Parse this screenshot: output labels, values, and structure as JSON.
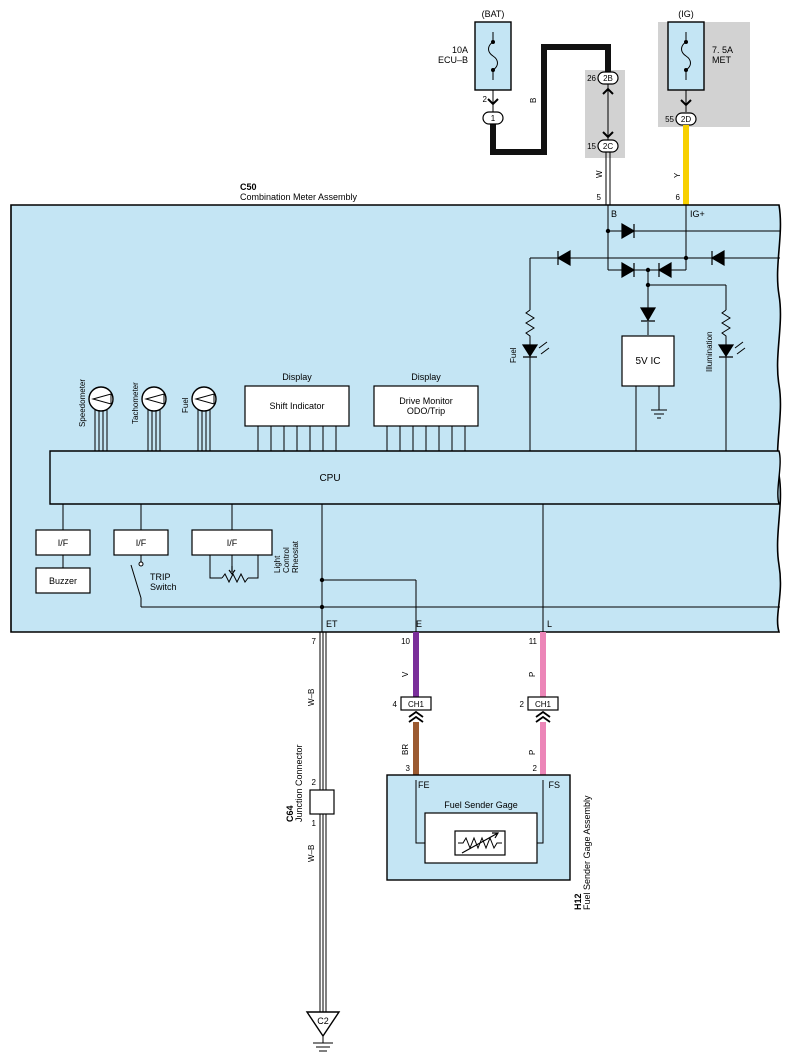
{
  "power": {
    "bat_label": "(BAT)",
    "ig_label": "(IG)",
    "fuse_ecub_amp": "10A",
    "fuse_ecub_name": "ECU–B",
    "fuse_met_amp": "7. 5A",
    "fuse_met_name": "MET"
  },
  "pins": {
    "bat_fuse_pin": "2",
    "bat_conn": "1",
    "j26": "26",
    "c2b": "2B",
    "j15": "15",
    "c2c": "2C",
    "j55": "55",
    "c2d": "2D",
    "p5": "5",
    "p6": "6",
    "p7": "7",
    "p10": "10",
    "p11": "11",
    "p4": "4",
    "p2a": "2",
    "p3": "3",
    "p2b": "2",
    "jc2": "2",
    "jc1": "1"
  },
  "wires": {
    "b": "B",
    "w": "W",
    "y": "Y",
    "wb": "W–B",
    "v": "V",
    "p": "P",
    "br": "BR"
  },
  "meter": {
    "code": "C50",
    "name": "Combination Meter Assembly",
    "term_b": "B",
    "term_ig": "IG+",
    "term_et": "ET",
    "term_e": "E",
    "term_l": "L",
    "fuel_lamp": "Fuel",
    "illumination": "Illumination",
    "ic_5v": "5V IC",
    "gauges": [
      "Speedometer",
      "Tachometer",
      "Fuel"
    ],
    "display1_caption": "Display",
    "display1_label": "Shift Indicator",
    "display2_caption": "Display",
    "display2_line1": "Drive Monitor",
    "display2_line2": "ODO/Trip",
    "cpu": "CPU",
    "if1": "I/F",
    "if2": "I/F",
    "if3": "I/F",
    "buzzer": "Buzzer",
    "trip_line1": "TRIP",
    "trip_line2": "Switch",
    "rheo_line1": "Light",
    "rheo_line2": "Control",
    "rheo_line3": "Rheostat"
  },
  "connectors": {
    "ch1_left": "CH1",
    "ch1_right": "CH1",
    "c64_code": "C64",
    "c64_name": "Junction Connector",
    "ground": "C2"
  },
  "sender": {
    "code": "H12",
    "name": "Fuel Sender Gage Assembly",
    "term_fe": "FE",
    "term_fs": "FS",
    "gage_label": "Fuel Sender Gage"
  },
  "wire_colors": {
    "black": "#111111",
    "yellow": "#f7d000",
    "violet": "#7a2f9a",
    "pink": "#ec86b8",
    "brown": "#9b5a31",
    "panel": "#c4e5f4",
    "fuse_grey": "#d2d2d2"
  }
}
